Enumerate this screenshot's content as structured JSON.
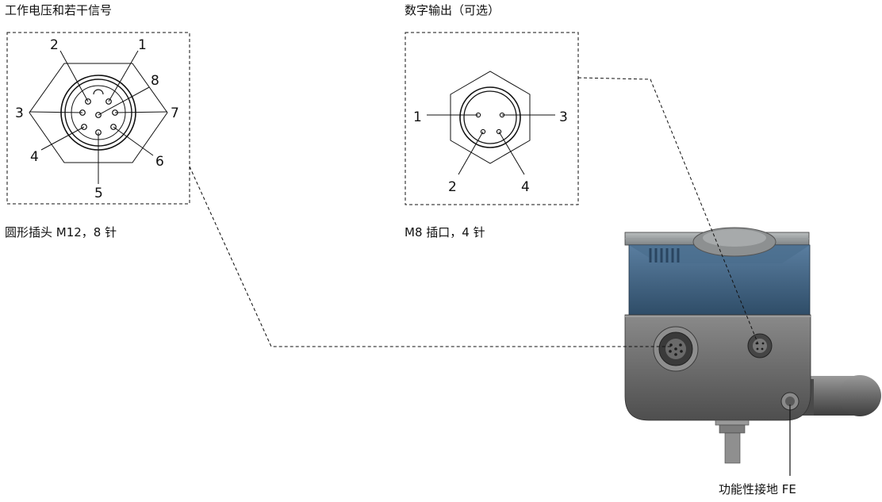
{
  "sections": {
    "power_signals": {
      "title": "工作电压和若干信号",
      "caption": "圆形插头 M12，8 针",
      "pins": [
        "1",
        "2",
        "3",
        "4",
        "5",
        "6",
        "7",
        "8"
      ]
    },
    "digital_output": {
      "title": "数字输出（可选）",
      "caption": "M8 插口，4 针",
      "pins": [
        "1",
        "2",
        "3",
        "4"
      ]
    }
  },
  "ground": {
    "label": "功能性接地 FE"
  },
  "colors": {
    "housing_top": "#3f6280",
    "housing_body": "#707070",
    "cable": "#7a7a7a",
    "line": "#111111"
  }
}
